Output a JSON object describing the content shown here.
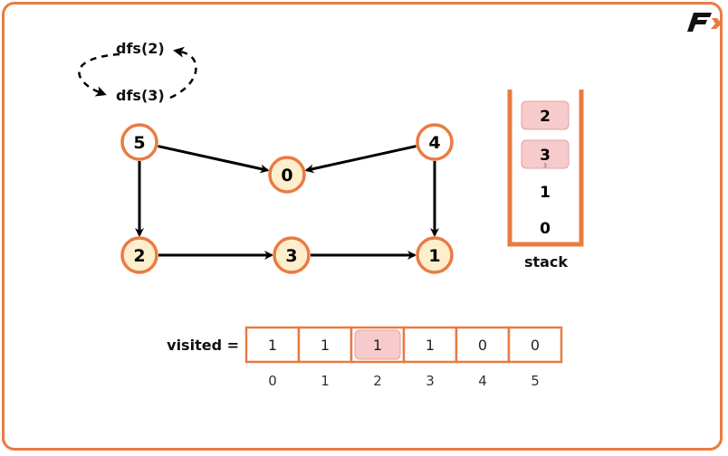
{
  "logo": {
    "letter": "F",
    "name": "brand-logo"
  },
  "colors": {
    "accent": "#E97B42",
    "visited_fill": "#FDEFCC",
    "unvisited_fill": "#FFFFFF",
    "highlight_fill": "#F7CBCB",
    "highlight_stroke": "#E0A0A0",
    "edge": "#000000"
  },
  "call_stack_annotation": {
    "top": "dfs(2)",
    "bottom": "dfs(3)"
  },
  "graph": {
    "nodes": [
      {
        "id": "5",
        "label": "5",
        "visited": false
      },
      {
        "id": "0",
        "label": "0",
        "visited": true
      },
      {
        "id": "4",
        "label": "4",
        "visited": false
      },
      {
        "id": "2",
        "label": "2",
        "visited": true
      },
      {
        "id": "3",
        "label": "3",
        "visited": true
      },
      {
        "id": "1",
        "label": "1",
        "visited": true
      }
    ],
    "edges": [
      {
        "from": "5",
        "to": "0"
      },
      {
        "from": "4",
        "to": "0"
      },
      {
        "from": "5",
        "to": "2"
      },
      {
        "from": "4",
        "to": "1"
      },
      {
        "from": "2",
        "to": "3"
      },
      {
        "from": "3",
        "to": "1"
      }
    ]
  },
  "stack": {
    "label": "stack",
    "items": [
      {
        "value": "2",
        "highlighted": true
      },
      {
        "value": "3",
        "highlighted": true,
        "subscript": "3"
      },
      {
        "value": "1",
        "highlighted": false
      },
      {
        "value": "0",
        "highlighted": false
      }
    ]
  },
  "visited_array": {
    "label": "visited =",
    "values": [
      "1",
      "1",
      "1",
      "1",
      "0",
      "0"
    ],
    "indices": [
      "0",
      "1",
      "2",
      "3",
      "4",
      "5"
    ],
    "highlighted_index": 2
  }
}
